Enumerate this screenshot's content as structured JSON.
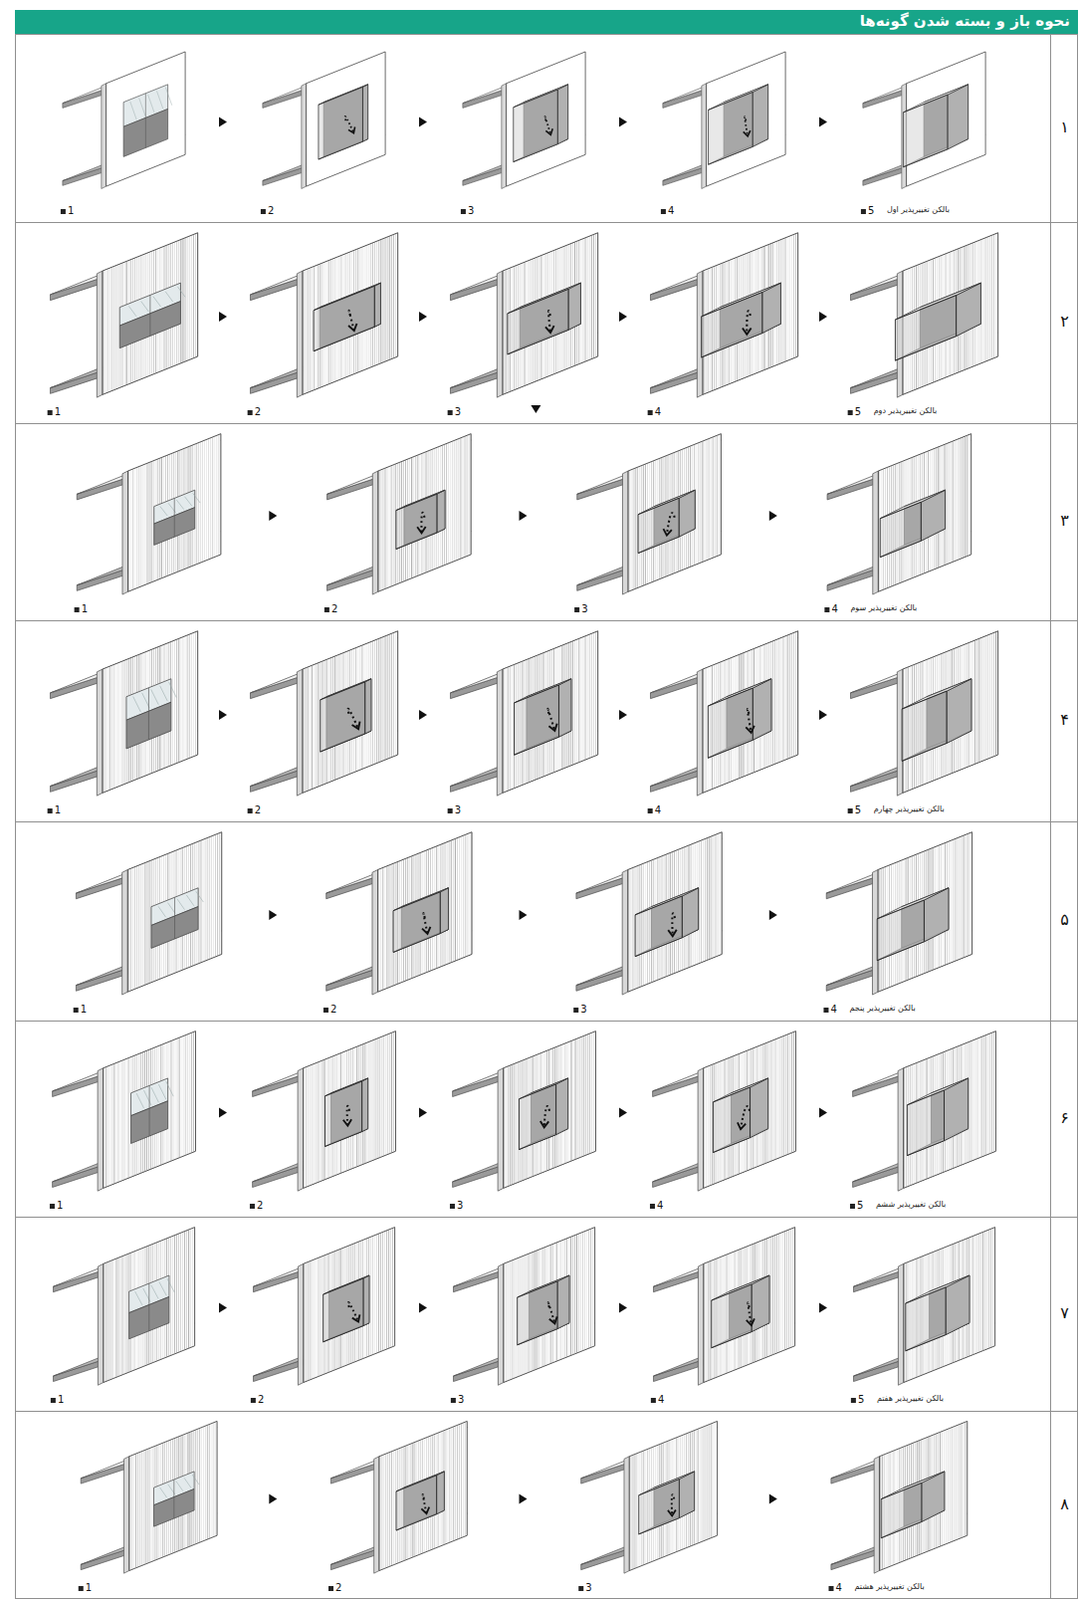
{
  "diagram": {
    "title": "نحوه باز و بسته شدن گونه‌ها",
    "labels": [
      "۱",
      "1",
      "2",
      "3",
      "4",
      "5",
      "بالکن تغییرپذیر اول",
      "۲",
      "1",
      "2",
      "3",
      "4",
      "5",
      "بالکن تغییرپذیر دوم",
      "۳",
      "1",
      "2",
      "3",
      "4",
      "بالکن تغییرپذیر سوم",
      "۴",
      "1",
      "2",
      "3",
      "4",
      "5",
      "بالکن تغییرپذیر چهارم",
      "۵",
      "1",
      "2",
      "3",
      "4",
      "بالکن تغییرپذیر پنجم",
      "۶",
      "1",
      "2",
      "3",
      "4",
      "5",
      "بالکن تغییرپذیر ششم",
      "۷",
      "1",
      "2",
      "3",
      "4",
      "5",
      "بالکن تغییرپذیر هفتم",
      "۸",
      "1",
      "2",
      "3",
      "4",
      "بالکن تغییرپذیر هشتم"
    ]
  }
}
